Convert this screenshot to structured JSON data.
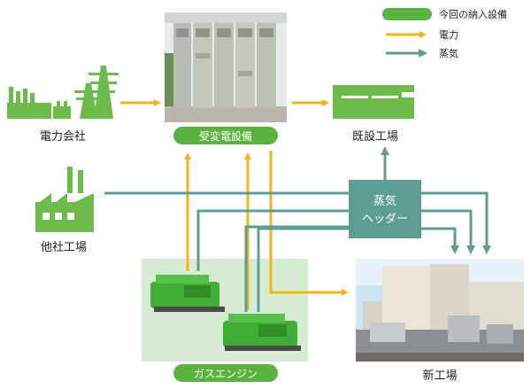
{
  "legend": {
    "items": [
      {
        "kind": "pill",
        "label": "今回の納入設備"
      },
      {
        "kind": "power-arrow",
        "label": "電力"
      },
      {
        "kind": "steam-arrow",
        "label": "蒸気"
      }
    ]
  },
  "nodes": {
    "power_company": "電力会社",
    "substation": "受変電設備",
    "existing_plant": "既設工場",
    "other_plant": "他社工場",
    "steam_header": [
      "蒸気",
      "ヘッダー"
    ],
    "gas_engine": "ガスエンジン",
    "new_plant": "新工場"
  },
  "colors": {
    "delivered_green": "#5bb33f",
    "power_orange": "#f5b31b",
    "steam_teal": "#5e9e92",
    "gas_engine_bg": "#d6ecd2",
    "icon_green": "#6dbb4c"
  }
}
